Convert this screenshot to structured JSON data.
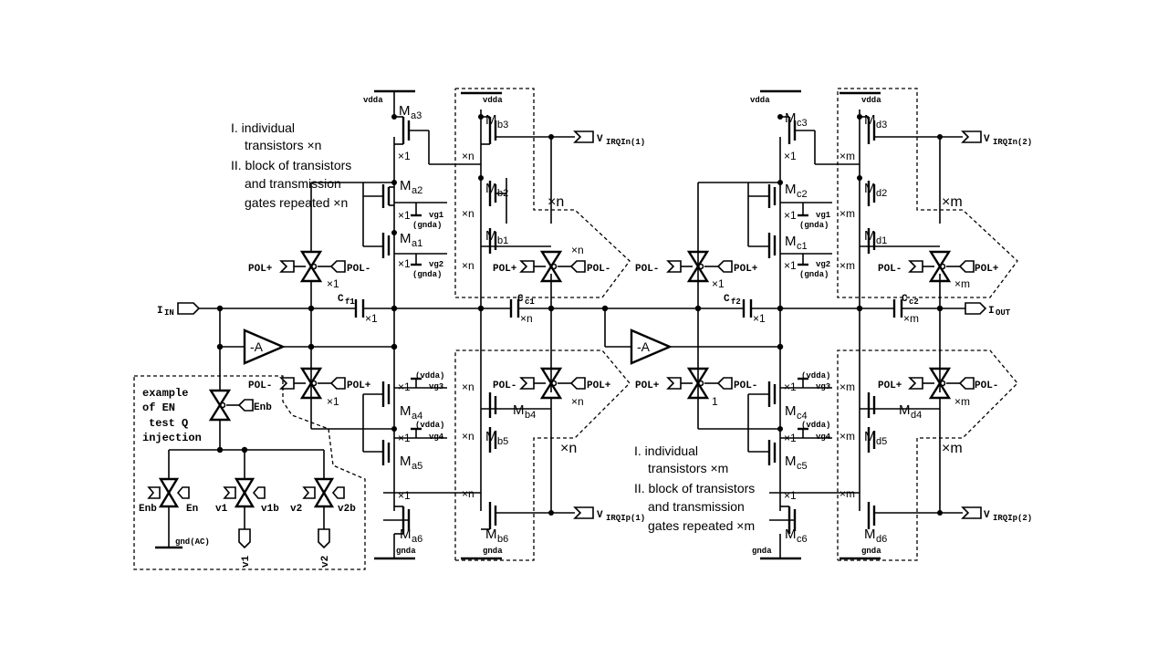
{
  "notes": {
    "left_1": "I.  individual",
    "left_2": "transistors ×n",
    "left_3": "II. block of transistors",
    "left_4": "and transmission",
    "left_5": "gates repeated ×n",
    "right_1": "I.  individual",
    "right_2": "transistors ×m",
    "right_3": "II. block of transistors",
    "right_4": "and transmission",
    "right_5": "gates repeated ×m"
  },
  "supply": {
    "vdda": "vdda",
    "gnda": "gnda",
    "gnd_ac": "gnd(AC)",
    "vdda_paren": "(vdda)",
    "gnda_paren": "(gnda)"
  },
  "ports": {
    "iin": "I",
    "iin_sub": "IN",
    "iout": "I",
    "iout_sub": "OUT",
    "v": "V",
    "vrqin1": "IRQIn(1)",
    "vrqip1": "IRQIp(1)",
    "vrqin2": "IRQIn(2)",
    "vrqip2": "IRQIp(2)"
  },
  "devices": {
    "M": "M",
    "C": "C",
    "a3": "a3",
    "a2": "a2",
    "a1": "a1",
    "a4": "a4",
    "a5": "a5",
    "a6": "a6",
    "b3": "b3",
    "b2": "b2",
    "b1": "b1",
    "b4": "b4",
    "b5": "b5",
    "b6": "b6",
    "c3": "c3",
    "c2": "c2",
    "c1": "c1",
    "c4": "c4",
    "c5": "c5",
    "c6": "c6",
    "d3": "d3",
    "d2": "d2",
    "d1": "d1",
    "d4": "d4",
    "d5": "d5",
    "d6": "d6",
    "f1": "f1",
    "f2": "f2",
    "c_1": "c1",
    "c_2": "c2"
  },
  "gates": {
    "vg1": "vg1",
    "vg2": "vg2",
    "vg3": "vg3",
    "vg4": "vg4"
  },
  "signals": {
    "pol_plus": "POL+",
    "pol_minus": "POL-",
    "enb": "Enb",
    "en": "En",
    "v1": "v1",
    "v1b": "v1b",
    "v2": "v2",
    "v2b": "v2b"
  },
  "mult": {
    "x1": "×1",
    "xn": "×n",
    "xm": "×m",
    "one": "1"
  },
  "amp": "-A",
  "example": {
    "l1": "example",
    "l2": "of EN",
    "l3": "test Q",
    "l4": "injection"
  }
}
